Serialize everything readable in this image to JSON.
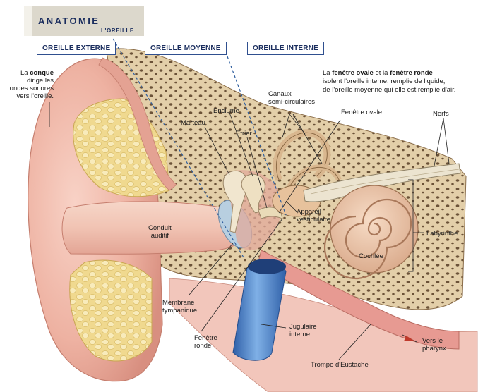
{
  "header": {
    "title": "ANATOMIE",
    "subtitle": "L'OREILLE"
  },
  "sections": {
    "external": "OREILLE EXTERNE",
    "middle": "OREILLE MOYENNE",
    "internal": "OREILLE INTERNE"
  },
  "note": {
    "line1_a": "La ",
    "line1_b": "fenêtre ovale",
    "line1_c": " et la ",
    "line1_d": "fenêtre ronde",
    "line2": "isolent l'oreille interne, remplie de liquide,",
    "line3": "de l'oreille moyenne qui elle est remplie d'air."
  },
  "labels": {
    "conque_1a": "La ",
    "conque_1b": "conque",
    "conque_2": "dirige les",
    "conque_3": "ondes sonores",
    "conque_4": "vers l'oreille.",
    "canaux_1": "Canaux",
    "canaux_2": "semi-circulaires",
    "enclume": "Enclume",
    "fenetre_ovale": "Fenêtre ovale",
    "nerfs": "Nerfs",
    "marteau": "Marteau",
    "etrier": "Étrier",
    "appareil_1": "Appareil",
    "appareil_2": "vestibulaire",
    "conduit_1": "Conduit",
    "conduit_2": "auditif",
    "labyrinthe": "Labyrinthe",
    "cochlee": "Cochlée",
    "membrane_1": "Membrane",
    "membrane_2": "tympanique",
    "jugulaire_1": "Jugulaire",
    "jugulaire_2": "interne",
    "fenetre_ronde_1": "Fenêtre",
    "fenetre_ronde_2": "ronde",
    "pharynx_1": "Vers le",
    "pharynx_2": "pharynx",
    "eustache": "Trompe d'Eustache"
  },
  "colors": {
    "skin": "#f0b7a8",
    "skin_dark": "#d98b7c",
    "cartilage": "#f3e2a9",
    "bone": "#e6d3b0",
    "canal": "#f5cdbf",
    "vein": "#4a7fc0",
    "section_border": "#2f4f8f",
    "title_text": "#1a2d5e"
  }
}
